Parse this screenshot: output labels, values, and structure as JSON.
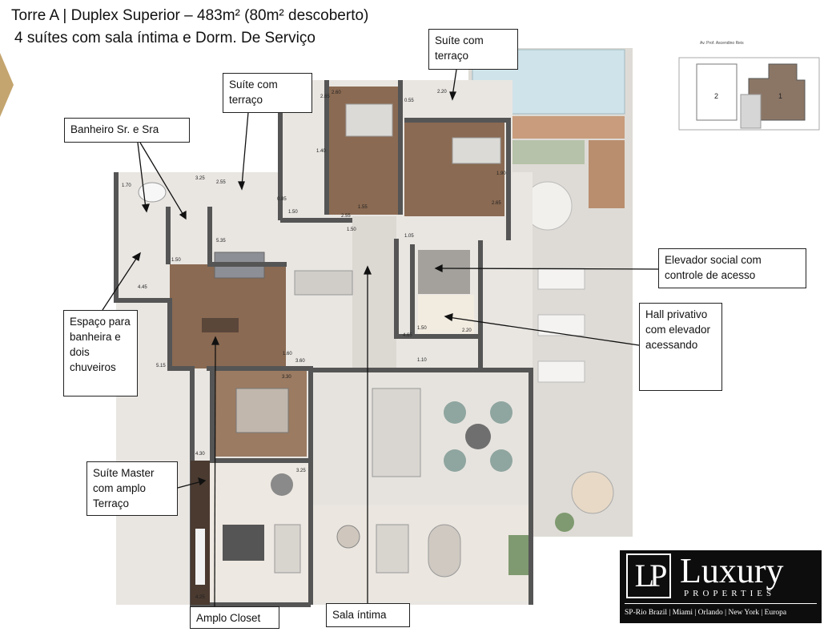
{
  "header": {
    "title": "Torre A | Duplex Superior – 483m² (80m² descoberto)",
    "subtitle": "4 suítes com sala íntima e Dorm. De Serviço"
  },
  "callouts": [
    {
      "id": "suite-terraco-top",
      "text": "Suíte com terraço"
    },
    {
      "id": "suite-terraco-left",
      "text": "Suíte com terraço"
    },
    {
      "id": "banheiro",
      "text": "Banheiro Sr. e Sra"
    },
    {
      "id": "elevador",
      "text": "Elevador social com controle de acesso"
    },
    {
      "id": "hall",
      "text": "Hall privativo com elevador acessando"
    },
    {
      "id": "banheira",
      "text": "Espaço para banheira e dois chuveiros"
    },
    {
      "id": "master",
      "text": "Suíte Master com amplo Terraço"
    },
    {
      "id": "closet",
      "text": "Amplo Closet"
    },
    {
      "id": "sala",
      "text": "Sala íntima"
    }
  ],
  "dimensions": [
    "2.60",
    "2.65",
    "1.40",
    "2.20",
    "0.55",
    "1.70",
    "3.25",
    "2.55",
    "0.85",
    "1.50",
    "2.55",
    "1.55",
    "1.05",
    "2.65",
    "5.35",
    "1.50",
    "4.45",
    "1.50",
    "1.60",
    "3.60",
    "1.50",
    "4.65",
    "2.20",
    "1.90",
    "1.10",
    "5.15",
    "3.30",
    "4.30",
    "3.25",
    "4.25"
  ],
  "keymap": {
    "street": "Av. Prof. Ascendino Reis",
    "unit_left": "2",
    "unit_right": "1"
  },
  "logo": {
    "mark": "LP",
    "name": "Luxury",
    "subtitle": "PROPERTIES",
    "cities": "SP-Rio Brazil | Miami | Orlando | New York | Europa"
  },
  "colors": {
    "wood_floor": "#8a6a52",
    "marble": "#e9e6e2",
    "wall": "#555555",
    "terrace": "#d9d6d1",
    "pool": "#cfe3ea",
    "deck": "#b98e6e",
    "accent_gold": "#c4a56f"
  }
}
